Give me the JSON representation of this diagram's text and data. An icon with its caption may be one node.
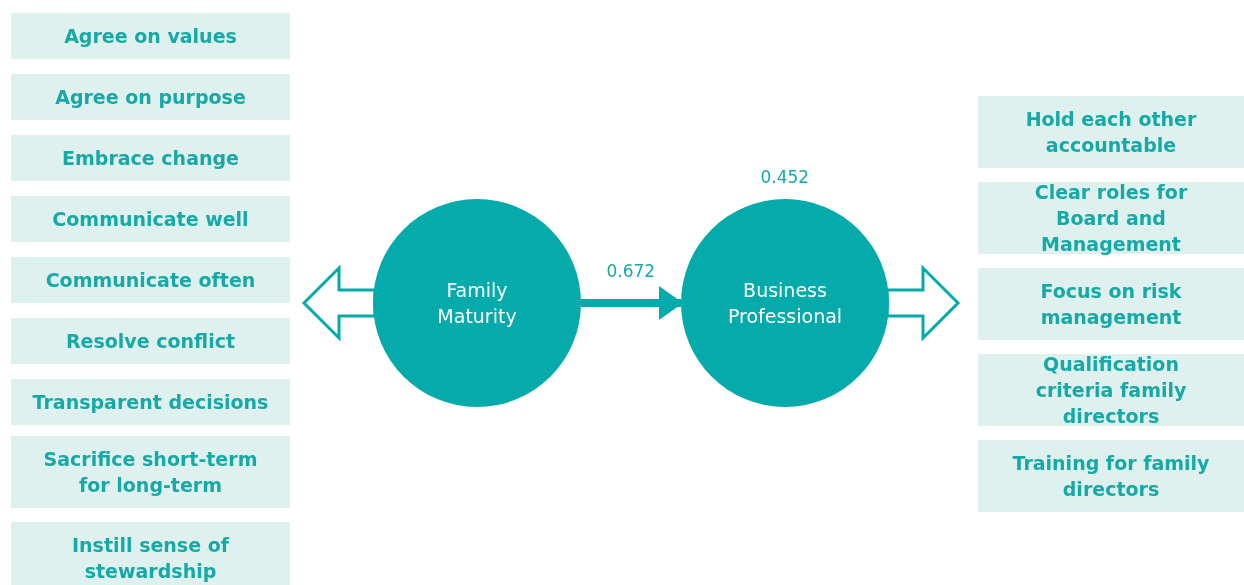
{
  "diagram": {
    "nodes": [
      {
        "text": [
          "Agree on values"
        ]
      },
      {
        "text": [
          "Agree on purpose"
        ]
      },
      {
        "text": [
          "Embrace change"
        ]
      },
      {
        "text": [
          "Communicate well"
        ]
      },
      {
        "text": [
          "Communicate often"
        ]
      },
      {
        "text": [
          "Resolve conflict"
        ]
      },
      {
        "text": [
          "Transparent decisions"
        ]
      },
      {
        "text": [
          "Sacrifice short-term for long-term"
        ]
      },
      {
        "text": [
          "Instill sense of stewardship"
        ]
      },
      {
        "text": [
          "Family Maturity"
        ]
      },
      {
        "text": [
          "Business Professional"
        ],
        "beside": [
          "0.452"
        ]
      },
      {
        "text": [
          "Hold each other accountable"
        ]
      },
      {
        "text": [
          "Clear roles for Board and Management"
        ]
      },
      {
        "text": [
          "Focus on risk management"
        ]
      },
      {
        "text": [
          "Qualification criteria family directors"
        ]
      },
      {
        "text": [
          "Training for family directors"
        ]
      }
    ],
    "edges": [
      {
        "from": 9,
        "to": null,
        "arrow": "to",
        "style": "thick"
      },
      {
        "from": 9,
        "to": 10,
        "arrow": "to",
        "label": "0.672"
      },
      {
        "from": 10,
        "to": null,
        "arrow": "to",
        "style": "thick"
      }
    ]
  }
}
